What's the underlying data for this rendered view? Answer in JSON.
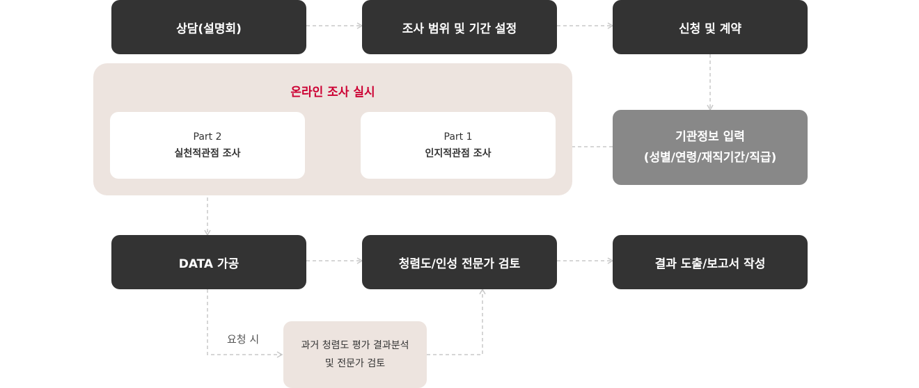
{
  "steps": {
    "consult": "상담(설명회)",
    "scope": "조사 범위 및 기간 설정",
    "contract": "신청 및 계약",
    "agency_info_line1": "기관정보 입력",
    "agency_info_line2": "(성별/연령/재직기간/직급)",
    "data_processing": "DATA 가공",
    "review": "청렴도/인성 전문가 검토",
    "result": "결과 도출/보고서 작성"
  },
  "online_survey": {
    "title": "온라인 조사 실시",
    "part1_label": "Part 1",
    "part1_title": "인지적관점 조사",
    "part2_label": "Part 2",
    "part2_title": "실천적관점 조사"
  },
  "optional": {
    "condition_label": "요청 시",
    "line1": "과거 청렴도 평가 결과분석",
    "line2": "및 전문가 검토"
  },
  "colors": {
    "dark_box": "#333333",
    "gray_box": "#888888",
    "panel": "#ede4df",
    "accent": "#cc0033",
    "arrow": "#cccccc"
  }
}
